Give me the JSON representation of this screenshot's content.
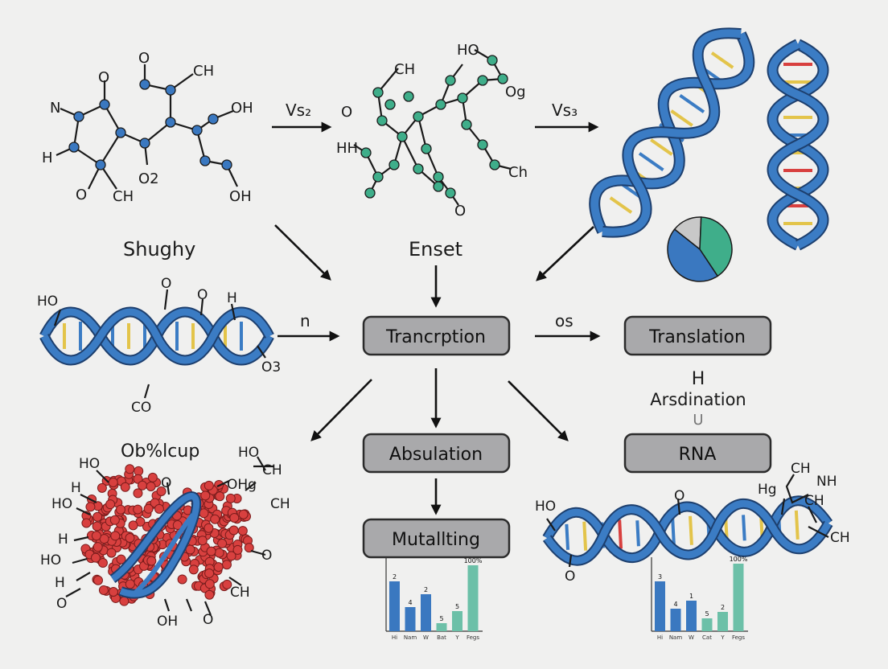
{
  "colors": {
    "background": "#f0f0ef",
    "dna_blue": "#3b7cc4",
    "atom_blue": "#3a78c0",
    "atom_green": "#3fae8a",
    "atom_red": "#d8403f",
    "box_fill": "#a9a9ab",
    "bar_blue": "#3a78c0",
    "bar_teal": "#6cc0a8"
  },
  "molecule1": {
    "atoms": [
      "O",
      "O",
      "CH",
      "N",
      "OH",
      "H",
      "O2",
      "O",
      "CH",
      "OH"
    ]
  },
  "arrow_vs2": "Vs₂",
  "molecule2": {
    "atoms": [
      "HO",
      "CH",
      "Og",
      "O",
      "HH",
      "Ch",
      "O"
    ]
  },
  "arrow_vs3": "Vs₃",
  "labels": {
    "shughy": "Shughy",
    "enset": "Enset",
    "arrow_n": "n",
    "arrow_os": "os",
    "obcup": "Ob%lcup",
    "h_symbol": "H",
    "arsdination": "Arsdination",
    "u_symbol": "U"
  },
  "dna_left": {
    "atoms": [
      "HO",
      "O",
      "O",
      "H",
      "O3",
      "CO"
    ]
  },
  "boxes": {
    "transcription": "Trancrption",
    "translation": "Translation",
    "absulation": "Absulation",
    "rna": "RNA",
    "mutallting": "Mutallting"
  },
  "protein": {
    "atoms": [
      "HO",
      "H",
      "HO",
      "H",
      "HO",
      "H",
      "O",
      "O",
      "OH",
      "HO",
      "CH",
      "OHg",
      "CH",
      "O",
      "CH",
      "O"
    ]
  },
  "dna_bottom_right": {
    "atoms": [
      "HO",
      "O",
      "O",
      "CH",
      "NH",
      "Hg",
      "CH",
      "CH"
    ]
  },
  "pie": {
    "slices": [
      {
        "value": 15,
        "color": "#c8c8c8"
      },
      {
        "value": 40,
        "color": "#3fae8a"
      },
      {
        "value": 45,
        "color": "#3a78c0"
      }
    ]
  },
  "chart_data": [
    {
      "type": "bar",
      "categories": [
        "Hi",
        "Nam",
        "W",
        "Bat",
        "Y",
        "Fegs"
      ],
      "values": [
        2,
        4,
        2,
        5,
        5,
        100
      ],
      "data_labels": [
        "2",
        "4",
        "2",
        "5",
        "5",
        "100%"
      ],
      "bar_heights": [
        62,
        30,
        46,
        10,
        25,
        82
      ],
      "colors": [
        "#3a78c0",
        "#3a78c0",
        "#3a78c0",
        "#6cc0a8",
        "#6cc0a8",
        "#6cc0a8"
      ]
    },
    {
      "type": "bar",
      "categories": [
        "Hi",
        "Nam",
        "W",
        "Cat",
        "Y",
        "Fegs"
      ],
      "values": [
        3,
        4,
        1,
        5,
        2,
        100
      ],
      "data_labels": [
        "3",
        "4",
        "1",
        "5",
        "2",
        "100%"
      ],
      "bar_heights": [
        62,
        28,
        38,
        16,
        24,
        84
      ],
      "colors": [
        "#3a78c0",
        "#3a78c0",
        "#3a78c0",
        "#6cc0a8",
        "#6cc0a8",
        "#6cc0a8"
      ]
    }
  ]
}
